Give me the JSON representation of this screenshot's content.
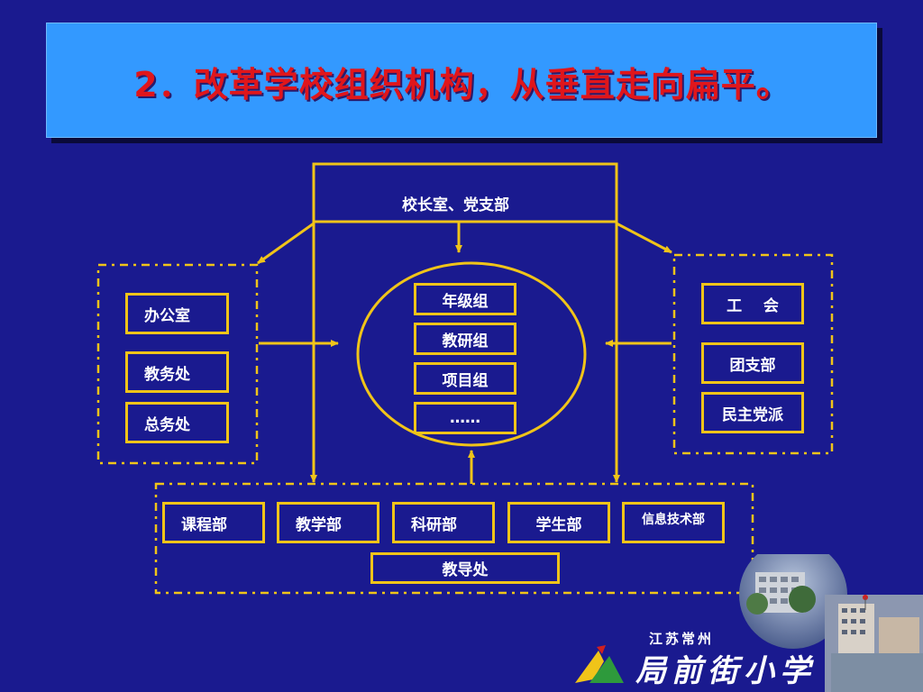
{
  "slide": {
    "title": "2．改革学校组织机构，从垂直走向扁平。"
  },
  "diagram": {
    "top": "校长室、党支部",
    "left_group": [
      "办公室",
      "教务处",
      "总务处"
    ],
    "center_group": [
      "年级组",
      "教研组",
      "项目组",
      "……"
    ],
    "right_group": [
      "工    会",
      "团支部",
      "民主党派"
    ],
    "bottom_group": [
      "课程部",
      "教学部",
      "科研部",
      "学生部",
      "信息技术部"
    ],
    "bottom_center": "教导处"
  },
  "logo": {
    "small": "江苏常州",
    "big": "局前街小学"
  },
  "colors": {
    "background": "#1a1a8f",
    "title_band": "#3399ff",
    "title_text": "#e0161b",
    "accent": "#f0c419"
  }
}
